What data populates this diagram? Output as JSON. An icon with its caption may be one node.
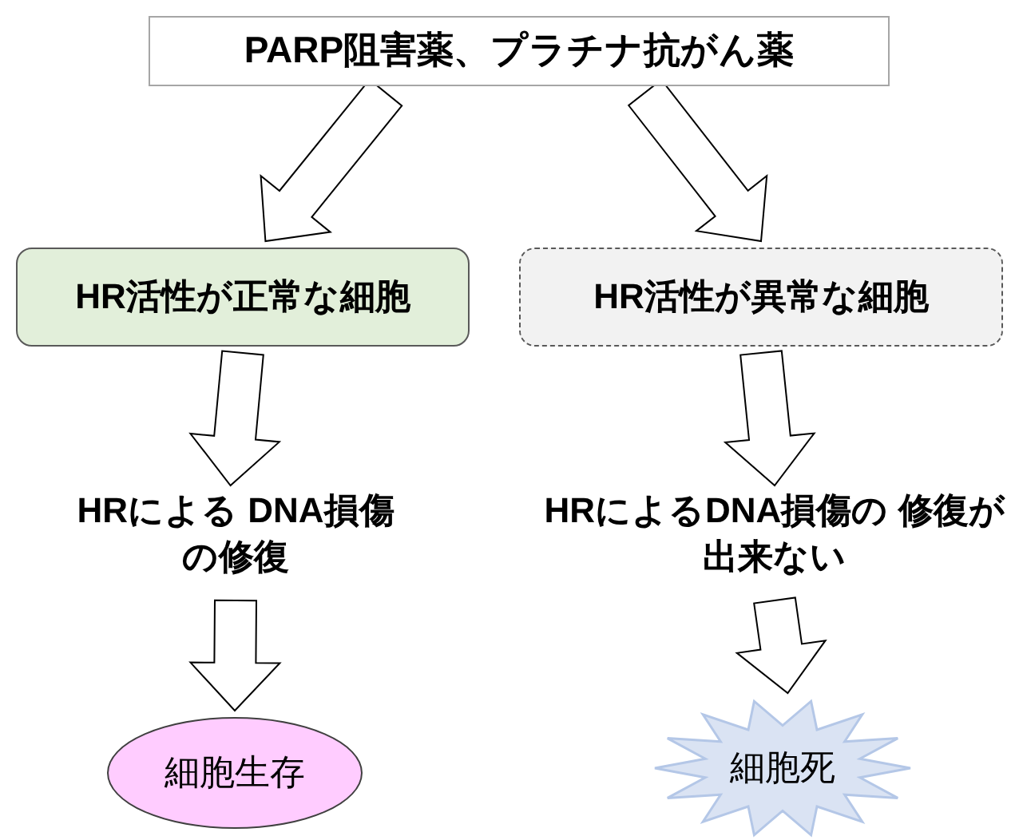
{
  "diagram": {
    "nodes": [
      {
        "text": [
          "PARP阻害薬、プラチナ抗がん薬"
        ]
      },
      {
        "text": [
          "HR活性が正常な細胞"
        ]
      },
      {
        "text": [
          "HR活性が異常な細胞"
        ]
      },
      {
        "text": [
          "HRによる DNA損傷の修復"
        ]
      },
      {
        "text": [
          "HRによるDNA損傷の 修復が出来ない"
        ]
      },
      {
        "text": [
          "細胞生存"
        ]
      },
      {
        "text": [
          "細胞死"
        ]
      }
    ],
    "edges": [
      {
        "from": 0,
        "to": 1,
        "arrow": "to"
      },
      {
        "from": 0,
        "to": 2,
        "arrow": "to"
      },
      {
        "from": 1,
        "to": 3,
        "arrow": "to"
      },
      {
        "from": 2,
        "to": 4,
        "arrow": "to"
      },
      {
        "from": 3,
        "to": 5,
        "arrow": "to"
      },
      {
        "from": 4,
        "to": 6,
        "arrow": "to"
      }
    ]
  }
}
